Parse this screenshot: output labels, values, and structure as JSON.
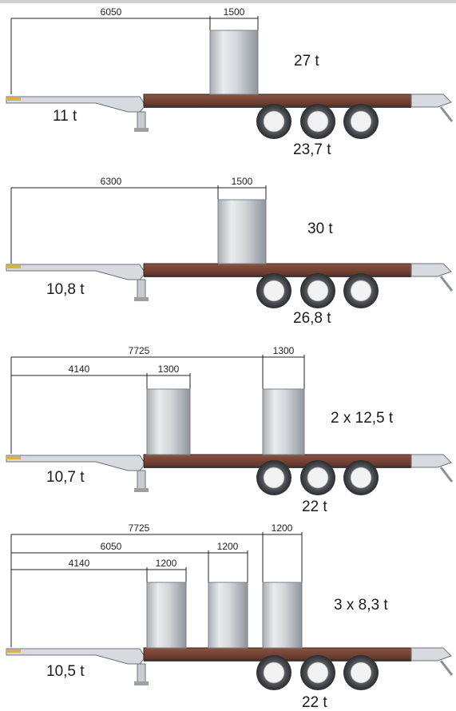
{
  "configurations": [
    {
      "id": "scenario-1",
      "dimensions": [
        "6050",
        "1500"
      ],
      "loads": {
        "cargo": "27 t",
        "kingpin": "11 t",
        "axles": "23,7 t"
      }
    },
    {
      "id": "scenario-2",
      "dimensions": [
        "6300",
        "1500"
      ],
      "loads": {
        "cargo": "30 t",
        "kingpin": "10,8 t",
        "axles": "26,8 t"
      }
    },
    {
      "id": "scenario-3",
      "dimensions": [
        "7725",
        "4140",
        "1300",
        "1300"
      ],
      "loads": {
        "cargo": "2 x 12,5 t",
        "kingpin": "10,7 t",
        "axles": "22 t"
      }
    },
    {
      "id": "scenario-4",
      "dimensions": [
        "7725",
        "6050",
        "4140",
        "1200",
        "1200",
        "1200"
      ],
      "loads": {
        "cargo": "3 x 8,3 t",
        "kingpin": "10,5 t",
        "axles": "22 t"
      }
    }
  ],
  "colors": {
    "deck": "#7a4636",
    "coil_mid": "#dfe3e6",
    "coil_edge": "#9aa0a6",
    "tire": "#3a3c40",
    "chassis": "#bfc3c8"
  }
}
